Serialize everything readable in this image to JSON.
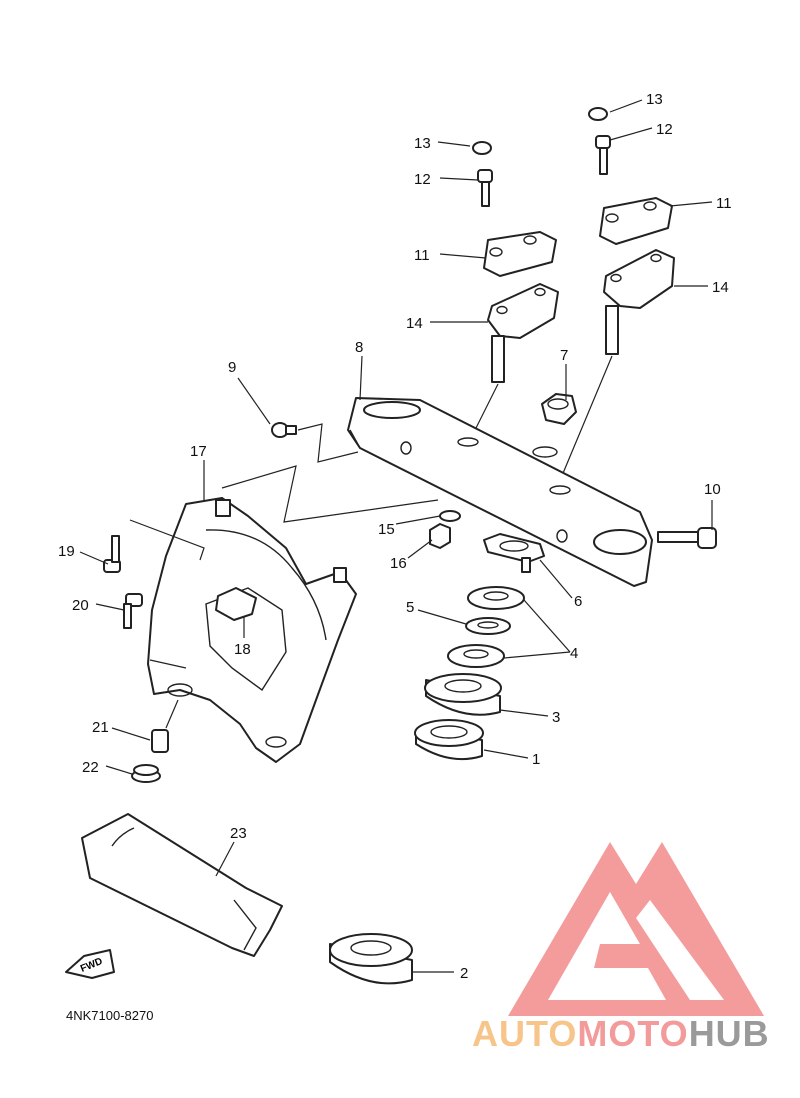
{
  "diagram": {
    "part_code": "4NK7100-8270",
    "fwd_label": "FWD",
    "callouts": [
      "1",
      "2",
      "3",
      "4",
      "5",
      "6",
      "7",
      "8",
      "9",
      "10",
      "11",
      "12",
      "13",
      "14",
      "15",
      "16",
      "17",
      "18",
      "19",
      "20",
      "21",
      "22",
      "23"
    ]
  },
  "watermark": {
    "text_a": "AUTO",
    "text_b": "MOTO",
    "text_c": "HUB",
    "color_a": "#f7c48a",
    "color_b": "#f39a9a",
    "color_c": "#9a9a9a",
    "logo_color": "#f28b8b"
  },
  "colors": {
    "line": "#222222",
    "background": "#ffffff"
  }
}
